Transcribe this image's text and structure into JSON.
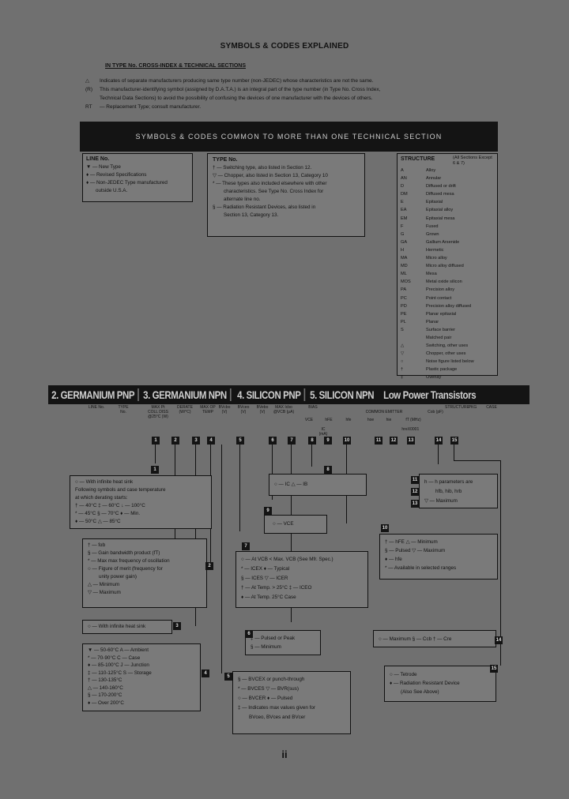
{
  "title": "SYMBOLS & CODES EXPLAINED",
  "index_heading": "IN TYPE No. CROSS-INDEX & TECHNICAL SECTIONS",
  "index_notes": [
    {
      "sym": "△",
      "text": "Indicates of separate manufacturers producing same type number (non-JEDEC) whose characteristics are not the same."
    },
    {
      "sym": "(R)",
      "text": "This manufacturer-identifying symbol (assigned by D.A.T.A.) is an integral part of the type number (in Type No. Cross Index,"
    },
    {
      "sym": "",
      "text": "Technical Data Sections) to avoid the possibility of confusing the devices of one manufacturer with the devices of others."
    },
    {
      "sym": "RT",
      "text": "— Replacement Type; consult manufacturer."
    }
  ],
  "banner": "SYMBOLS & CODES COMMON TO MORE THAN ONE TECHNICAL SECTION",
  "line_box": {
    "heading": "LINE No.",
    "items": [
      "▼ — New Type",
      "♦ — Revised Specifications",
      "♦ — Non-JEDEC Type manufactured",
      "outside U.S.A."
    ]
  },
  "type_box": {
    "heading": "TYPE No.",
    "items": [
      "† — Switching type, also listed in Section 12.",
      "▽ — Chopper, also listed in Section 13, Category 10",
      "* — These types also included elsewhere with other",
      "characteristics. See Type No. Cross Index for",
      "alternate line no.",
      "§ — Radiation Resistant Devices, also listed in",
      "Section 13, Category 13."
    ]
  },
  "structure_box": {
    "heading": "STRUCTURE",
    "note": "(All Sections Except 6 & 7)",
    "items": [
      [
        "A",
        "Alloy"
      ],
      [
        "AN",
        "Annular"
      ],
      [
        "D",
        "Diffused or drift"
      ],
      [
        "DM",
        "Diffused mesa"
      ],
      [
        "E",
        "Epitaxial"
      ],
      [
        "EA",
        "Epitaxial alloy"
      ],
      [
        "EM",
        "Epitaxial mesa"
      ],
      [
        "F",
        "Fused"
      ],
      [
        "G",
        "Grown"
      ],
      [
        "GA",
        "Gallium Arsenide"
      ],
      [
        "H",
        "Hermetic"
      ],
      [
        "MA",
        "Micro alloy"
      ],
      [
        "MD",
        "Micro alloy diffused"
      ],
      [
        "ML",
        "Mesa"
      ],
      [
        "MOS",
        "Metal oxide silicon"
      ],
      [
        "PA",
        "Precision alloy"
      ],
      [
        "PC",
        "Point contact"
      ],
      [
        "PD",
        "Precision alloy diffused"
      ],
      [
        "PE",
        "Planar epitaxial"
      ],
      [
        "PL",
        "Planar"
      ],
      [
        "S",
        "Surface barrier"
      ],
      [
        "",
        "Matched pair"
      ],
      [
        "△",
        "Switching, other uses"
      ],
      [
        "▽",
        "Chopper, other uses"
      ],
      [
        "○",
        "Noise figure listed below"
      ],
      [
        "†",
        "Plastic package"
      ],
      [
        "‡",
        "Overlay"
      ]
    ]
  },
  "section_bar": [
    "2. GERMANIUM PNP",
    "3. GERMANIUM NPN",
    "4. SILICON PNP",
    "5. SILICON NPN",
    "Low Power Transistors"
  ],
  "column_headers": [
    "LINE No.",
    "TYPE No.",
    "MAX Pt COLL DISS @25°C (W)",
    "DERATE (W/°C)",
    "MAX OP TEMP",
    "BVcbo (V)",
    "BVceo (V)",
    "BVebo (V)",
    "MAX Icbo @VCB (μA)",
    "hFE",
    "hfe",
    "fT (MHz)",
    "Cob (pF)",
    "STRUCTURE",
    "PKG",
    "CASE"
  ],
  "column_subheaders": [
    "BIAS",
    "COMMON EMITTER",
    "VCE",
    "IC (mA)",
    "hoe",
    "hie",
    "hre",
    "X0001"
  ],
  "column_numbers": [
    "1",
    "2",
    "3",
    "4",
    "5",
    "6",
    "7",
    "8",
    "9",
    "10",
    "11",
    "12",
    "13",
    "14",
    "15"
  ],
  "box1": {
    "num": "1",
    "items": [
      "○ — With infinite heat sink",
      "Following symbols and case temperature",
      "at which derating starts:",
      "† — 40°C   ‡ — 60°C   ↓ — 100°C",
      "* — 45°C   § — 70°C   ♦ — Min.",
      "♦ — 50°C   △ — 85°C"
    ]
  },
  "box2": {
    "num": "2",
    "items": [
      "† — fαb",
      "§ — Gain bandwidth product (fT)",
      "* — Max max frequency of oscillation",
      "○ — Figure of merit (frequency for",
      "unity power gain)",
      "△ — Minimum",
      "▽ — Maximum"
    ]
  },
  "box3": {
    "num": "3",
    "text": "○ — With infinite heat sink"
  },
  "box4": {
    "num": "4",
    "items": [
      "▼ — 50-60°C   A — Ambient",
      "* — 70-90°C   C — Case",
      "♦ — 85-100°C   J — Junction",
      "‡ — 110-125°C   S — Storage",
      "† — 130-135°C",
      "△ — 140-160°C",
      "§ — 170-200°C",
      "♦ — Over 200°C"
    ]
  },
  "box5": {
    "num": "5",
    "items": [
      "§ — BVCEX or punch-through",
      "* — BVCES   ▽ — BVR(sus)",
      "○ — BVCER   ♦ — Pulsed",
      "‡ — Indicates max values given for",
      "BVceo, BVces and BVcer"
    ]
  },
  "box6": {
    "num": "6",
    "items": [
      "‡ — Pulsed or Peak",
      "§ — Minimum"
    ]
  },
  "box7": {
    "num": "7",
    "items": [
      "○ — At VCB < Max. VCB (See Mfr. Spec.)",
      "* — ICEX   ♦ — Typical",
      "§ — ICES   ▽ — ICER",
      "† — At Temp. > 25°C   ‡ — ICEO",
      "♦ — At Temp. 25°C Case"
    ]
  },
  "box8": {
    "num": "8",
    "items": [
      "○ — IC   △ — IB"
    ]
  },
  "box9": {
    "num": "9",
    "items": [
      "○ — VCE"
    ]
  },
  "box10": {
    "num": "10",
    "items": [
      "† — hFE   △ — Minimum",
      "§ — Pulsed   ▽ — Maximum",
      "♦ — hfe",
      "* — Available in selected ranges"
    ]
  },
  "box11": {
    "nums": [
      "11",
      "12",
      "13"
    ],
    "items": [
      "h — h parameters are",
      "hfb, hib, hrb",
      "▽ — Maximum"
    ]
  },
  "box14": {
    "num": "14",
    "items": [
      "○ — Maximum   § — Ccb   † — Cre"
    ]
  },
  "box15": {
    "num": "15",
    "items": [
      "○ — Tetrode",
      "♦ — Radiation Resistant Device",
      "(Also See Above)"
    ]
  },
  "page_number": "ii"
}
